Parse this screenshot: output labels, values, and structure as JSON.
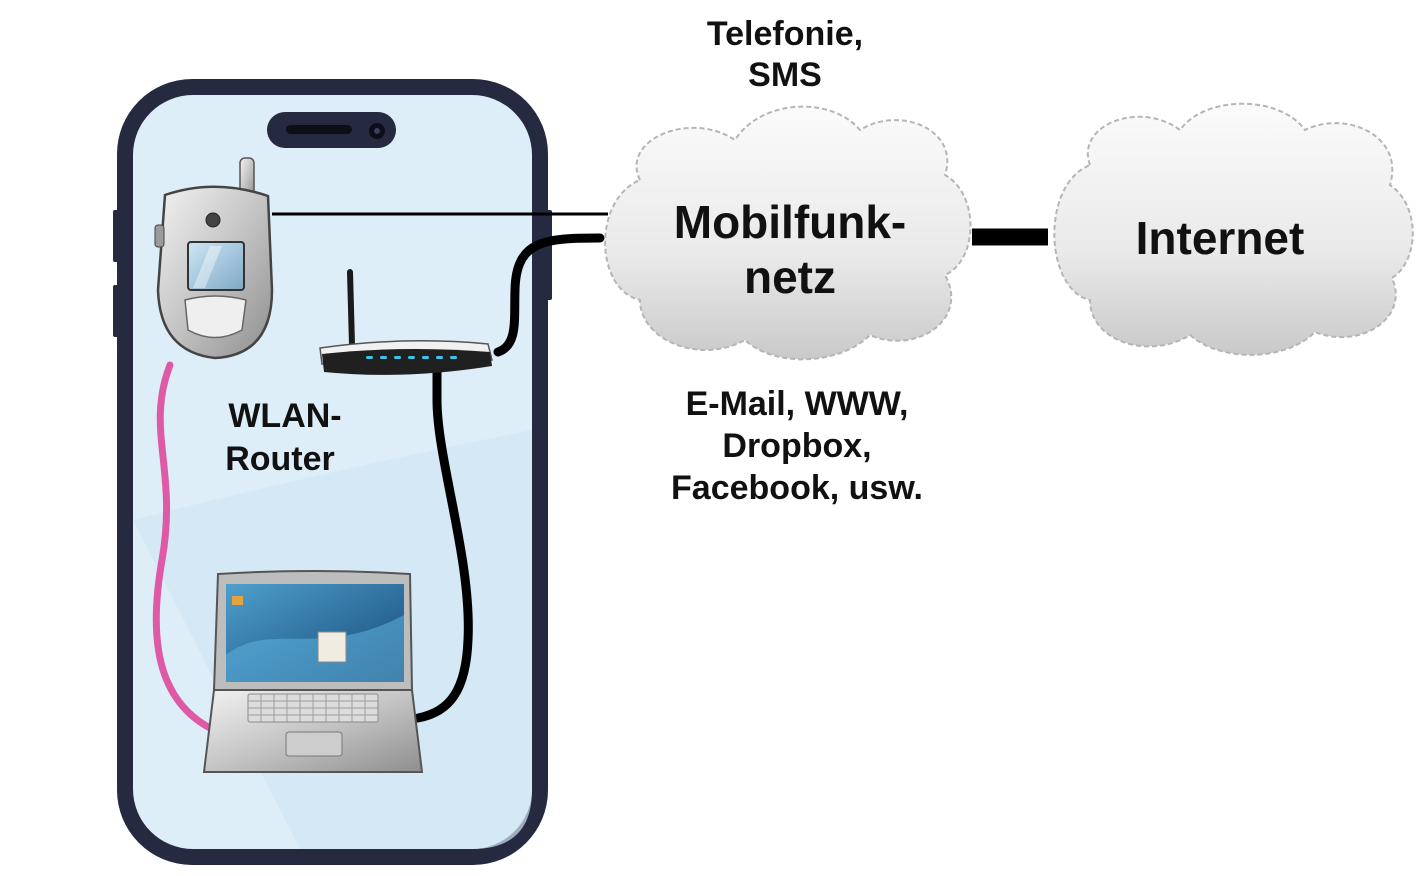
{
  "labels": {
    "telephony_line1": "Telefonie,",
    "telephony_line2": "SMS",
    "mobile_network_line1": "Mobilfunk-",
    "mobile_network_line2": "netz",
    "internet": "Internet",
    "router_line1": "WLAN-",
    "router_line2": "Router",
    "data_services_line1": "E-Mail, WWW,",
    "data_services_line2": "Dropbox,",
    "data_services_line3": "Facebook, usw."
  },
  "nodes": [
    "smartphone-frame",
    "feature-phone",
    "wlan-router",
    "laptop",
    "mobile-network-cloud",
    "internet-cloud"
  ],
  "links": [
    {
      "from": "feature-phone",
      "to": "mobile-network-cloud",
      "style": "thin"
    },
    {
      "from": "wlan-router",
      "to": "mobile-network-cloud",
      "style": "thick"
    },
    {
      "from": "wlan-router",
      "to": "laptop",
      "style": "thick"
    },
    {
      "from": "feature-phone",
      "to": "laptop",
      "style": "wireless"
    },
    {
      "from": "mobile-network-cloud",
      "to": "internet-cloud",
      "style": "heavy"
    }
  ],
  "colors": {
    "phone_frame": "#252a40",
    "phone_screen": "#ddeef9",
    "wireless_link": "#de5aa6",
    "cable": "#000000",
    "cloud_fill": "#e6e6e6",
    "cloud_outline": "#b5b5b5",
    "router_led": "#39c6ea"
  }
}
